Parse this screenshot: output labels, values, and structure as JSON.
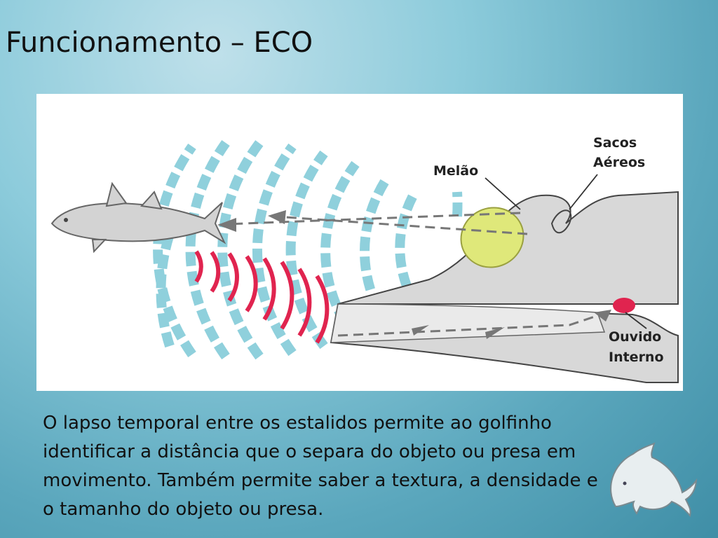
{
  "slide": {
    "title": "Funcionamento – ECO",
    "paragraph": "O lapso temporal entre os estalidos permite ao golfinho identificar a distância que o separa do objeto ou presa em movimento. Também permite saber a textura, a densidade e o tamanho do objeto ou presa.",
    "paragraph_tail": "."
  },
  "figure": {
    "labels": {
      "melon": "Melão",
      "air_sacs_line1": "Sacos",
      "air_sacs_line2": "Aéreos",
      "inner_ear_line1": "Ouvido",
      "inner_ear_line2": "Interno"
    },
    "colors": {
      "outgoing_waves": "#8fd0dc",
      "returning_waves": "#e0244f",
      "melon": "#dfe87a",
      "inner_ear": "#e0244f",
      "head": "#d8d8d8"
    }
  },
  "icons": {
    "dolphin": "dolphin-icon",
    "fish": "fish-icon"
  }
}
